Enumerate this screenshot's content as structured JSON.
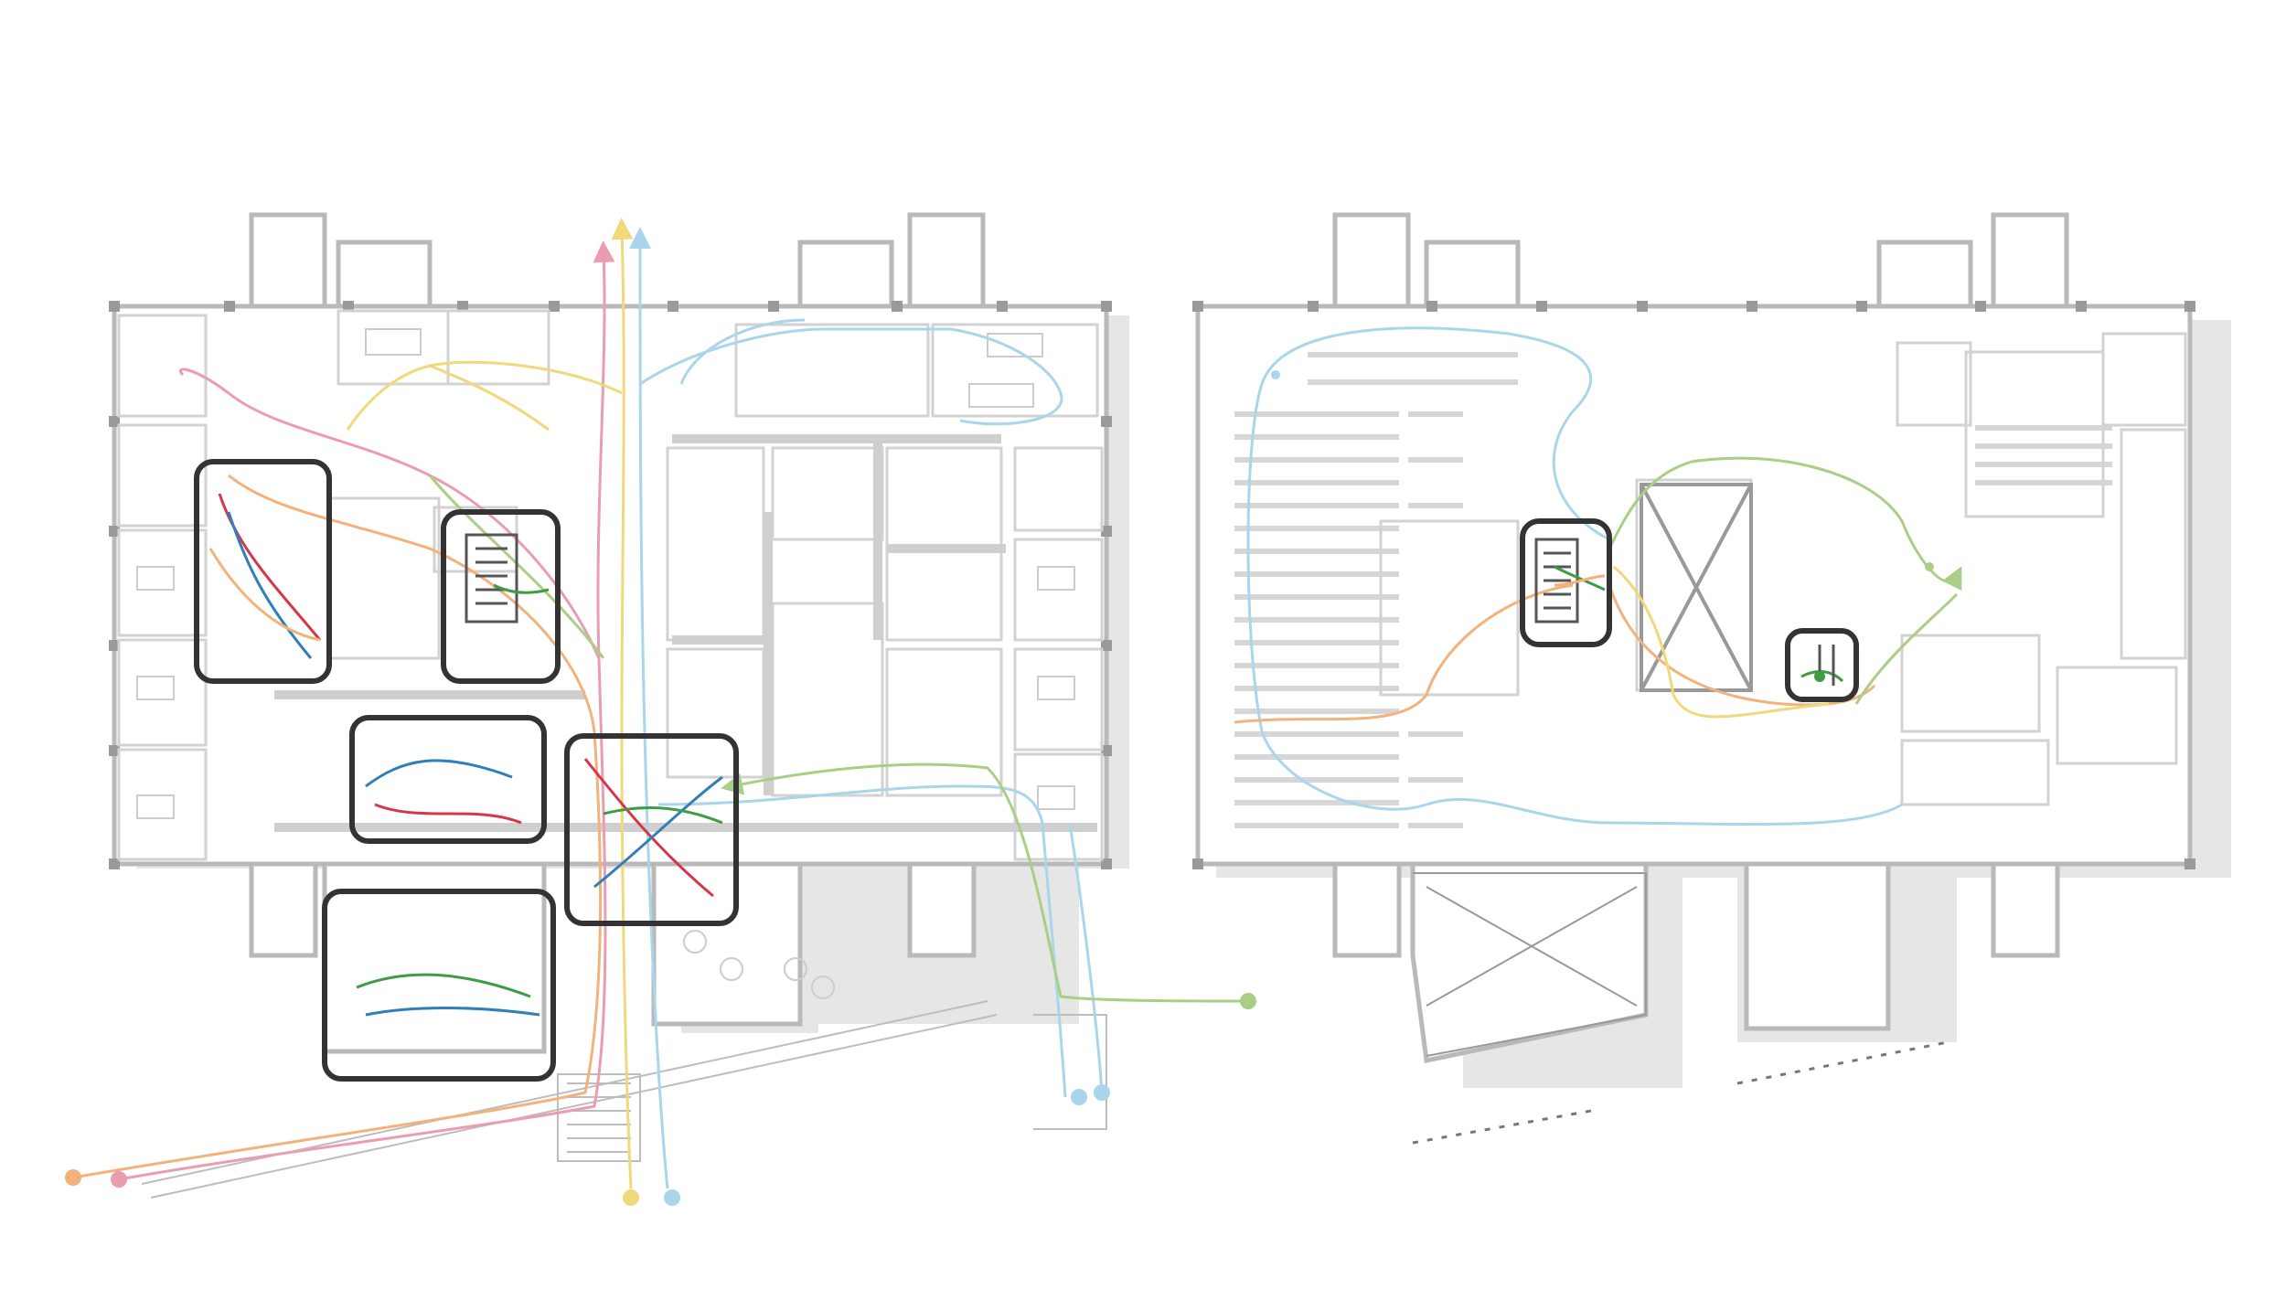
{
  "image": {
    "description_text": "",
    "colors": {
      "background": "#ffffff",
      "shadow": "#e6e6e6",
      "wall": "#b9b9b9",
      "wall_light": "#d2d2d2",
      "focus_box": "#333333",
      "paths": {
        "pink": "#ea9db0",
        "yellow": "#efd97a",
        "light_blue": "#a9d6ea",
        "orange": "#f2b27a",
        "green": "#a9cf86",
        "dark_blue": "#2f7fb8",
        "red": "#d9354a",
        "dark_green": "#3e9b46"
      }
    }
  },
  "plans": [
    {
      "id": "plan-left",
      "focus_areas": [
        "focus-west-suite",
        "focus-stair-core",
        "focus-meeting",
        "focus-entry-hall",
        "focus-reception"
      ],
      "external_endpoints": [
        "pink",
        "orange",
        "yellow",
        "light_blue",
        "green",
        "light_blue"
      ]
    },
    {
      "id": "plan-right",
      "focus_areas": [
        "focus-stair-core",
        "focus-lift"
      ]
    }
  ]
}
